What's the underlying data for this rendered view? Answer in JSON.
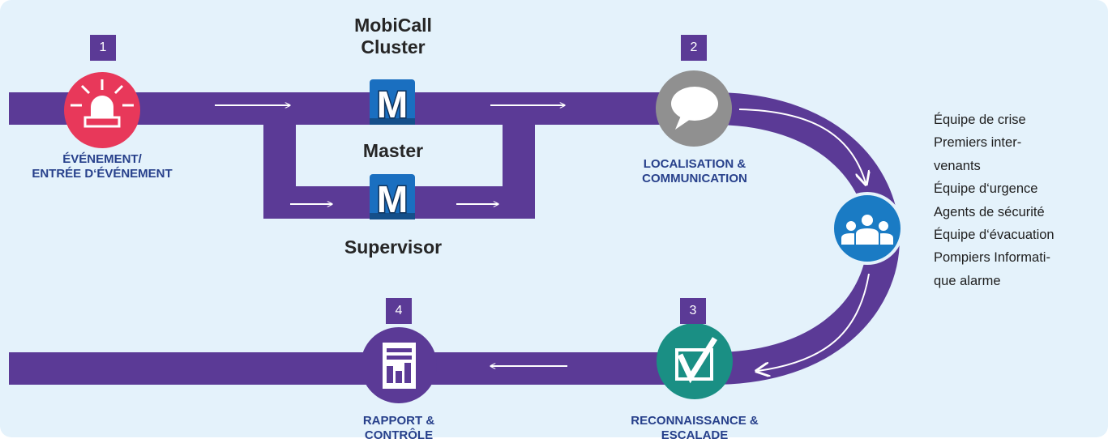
{
  "colors": {
    "track": "#5b3a96",
    "event_red": "#e8385a",
    "comm_gray": "#909090",
    "team_blue": "#1a7bc4",
    "check_green": "#1a8f84",
    "label_blue": "#27408b",
    "background": "#e4f2fb"
  },
  "steps": {
    "event": {
      "number": "1",
      "label": [
        "ÉVÉNEMENT/",
        "ENTRÉE D‘ÉVÉNEMENT"
      ],
      "icon": "alarm-siren-icon"
    },
    "comm": {
      "number": "2",
      "label": [
        "LOCALISATION &",
        "COMMUNICATION"
      ],
      "icon": "speech-bubble-icon"
    },
    "recon": {
      "number": "3",
      "label": [
        "RECONNAISSANCE &",
        "ESCALADE"
      ],
      "icon": "checkmark-icon"
    },
    "report": {
      "number": "4",
      "label": [
        "RAPPORT &",
        "CONTRÔLE"
      ],
      "icon": "report-chart-icon"
    }
  },
  "cluster": {
    "title": [
      "MobiCall",
      "Cluster"
    ],
    "master": "Master",
    "supervisor": "Supervisor",
    "logo_letter": "M"
  },
  "team": {
    "icon": "team-people-icon",
    "roles": [
      "Équipe de crise",
      "Premiers inter-",
      "venants",
      "Équipe d‘urgence",
      "Agents de sécurité",
      "Équipe d‘évacuation",
      "Pompiers Informati-",
      "que alarme"
    ]
  }
}
